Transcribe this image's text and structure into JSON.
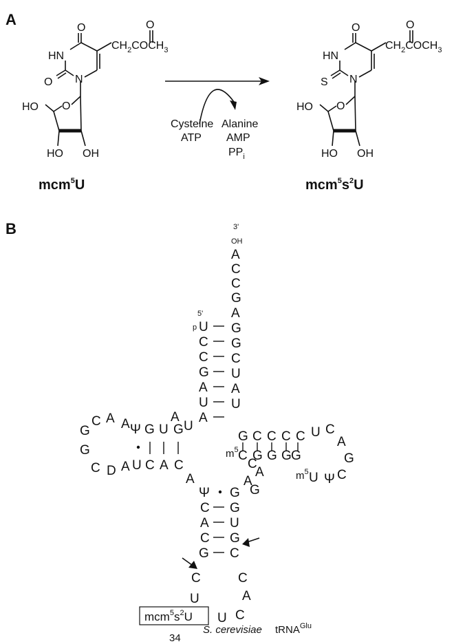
{
  "panels": {
    "a": "A",
    "b": "B"
  },
  "compounds": {
    "left": {
      "label": "mcm",
      "sup1": "5",
      "tail": "U",
      "ring_atoms": {
        "o4": "O",
        "o2": "O",
        "hn": "HN",
        "n1": "N",
        "sugar_o": "O"
      },
      "sidechain": {
        "o": "O",
        "base": "CH",
        "sub": "2",
        "rest": "COCH",
        "sub2": "3"
      },
      "sugar": {
        "ho5": "HO",
        "ho3": "HO",
        "oh2": "OH"
      }
    },
    "right": {
      "label": "mcm",
      "sup1": "5",
      "mid": "s",
      "sup2": "2",
      "tail": "U",
      "ring_atoms": {
        "o4": "O",
        "s2": "S",
        "hn": "HN",
        "n1": "N",
        "sugar_o": "O"
      },
      "sidechain": {
        "o": "O",
        "base": "CH",
        "sub": "2",
        "rest": "COCH",
        "sub2": "3"
      },
      "sugar": {
        "ho5": "HO",
        "ho3": "HO",
        "oh2": "OH"
      }
    }
  },
  "reaction": {
    "inputs": [
      "Cysteine",
      "ATP"
    ],
    "outputs": [
      "Alanine",
      "AMP"
    ],
    "pp": {
      "base": "PP",
      "sub": "i"
    }
  },
  "trna": {
    "ends": {
      "three_prime": "3'",
      "oh": "OH",
      "five_prime": "5'",
      "p": "p"
    },
    "acceptor_tail": [
      "A",
      "C",
      "C",
      "G"
    ],
    "acceptor_5p": [
      "U",
      "C",
      "C",
      "G",
      "A",
      "U",
      "A"
    ],
    "acceptor_3p": [
      "A",
      "G",
      "G",
      "C",
      "U",
      "A",
      "U"
    ],
    "connector_1": [
      "U",
      "A"
    ],
    "d_stem_5p": [
      "Ψ",
      "G",
      "U",
      "G"
    ],
    "d_stem_3p": [
      "U",
      "C",
      "A",
      "C"
    ],
    "d_loop": [
      "A",
      "A",
      "C",
      "G",
      "G",
      "C",
      "D",
      "A"
    ],
    "connector_2": [
      "A"
    ],
    "anticodon_5p": [
      "Ψ",
      "C",
      "A",
      "C",
      "G"
    ],
    "anticodon_3p": [
      "G",
      "G",
      "U",
      "G",
      "C"
    ],
    "anticodon_loop": [
      "C",
      "U",
      "U",
      "C",
      "A",
      "C"
    ],
    "variable_loop": [
      "A",
      "A",
      "G",
      "C"
    ],
    "t_stem_5p": [
      "C",
      "G",
      "G",
      "G",
      "G"
    ],
    "t_stem_3p": [
      "G",
      "C",
      "C",
      "C",
      "C"
    ],
    "t_loop": [
      "U",
      "C",
      "A",
      "G",
      "C",
      "Ψ",
      "U"
    ],
    "mods": {
      "m5c": "m",
      "m5c_sup": "5",
      "m5u": "m",
      "m5u_sup": "5"
    },
    "modified_base": {
      "label": "mcm",
      "sup1": "5",
      "mid": "s",
      "sup2": "2",
      "tail": "U"
    },
    "position": "34",
    "organism": "S. cerevisiae",
    "trna_name": {
      "base": "tRNA",
      "sup": "Glu"
    }
  }
}
